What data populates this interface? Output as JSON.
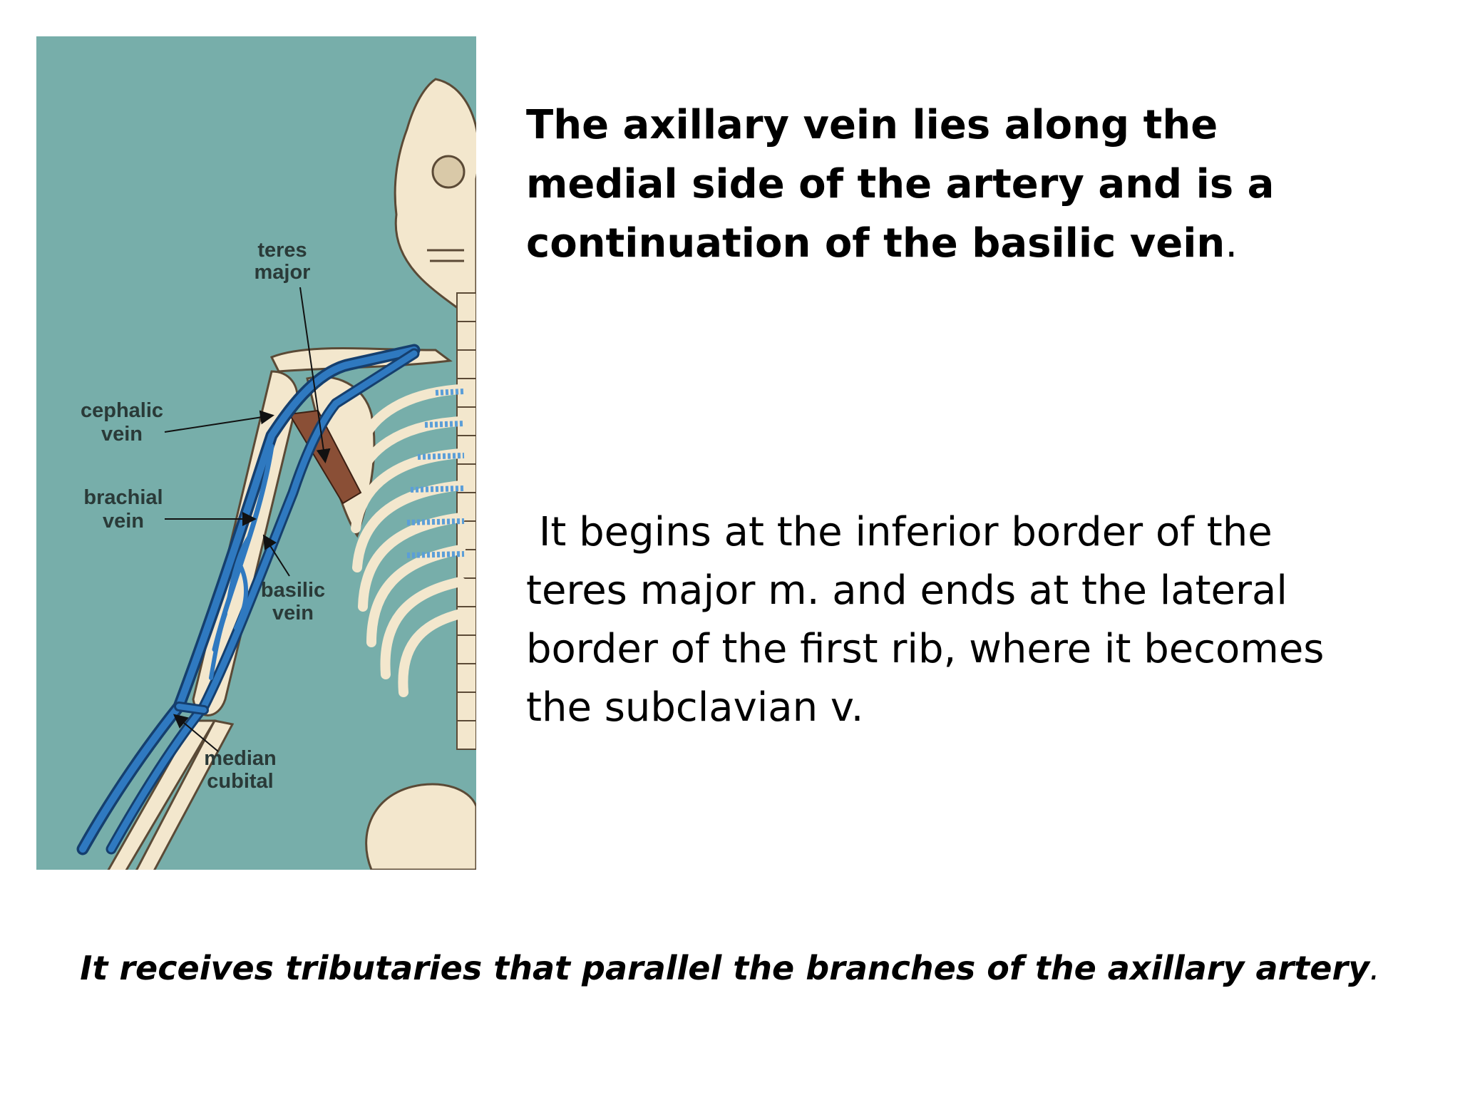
{
  "figure": {
    "labels": {
      "teres_major_1": "teres",
      "teres_major_2": "major",
      "cephalic_1": "cephalic",
      "cephalic_2": "vein",
      "brachial_1": "brachial",
      "brachial_2": "vein",
      "basilic_1": "basilic",
      "basilic_2": "vein",
      "median_1": "median",
      "median_2": "cubital"
    },
    "colors": {
      "background": "#77aeaa",
      "bone": "#f3e7cd",
      "vein": "#2f79c0",
      "vein_outline": "#153f6e",
      "muscle": "#8a4f36"
    }
  },
  "heading": {
    "text": "The axillary vein lies along the medial side of the artery and is a continuation of the basilic vein",
    "punct": "."
  },
  "body": {
    "text": " It begins at the inferior border of the teres major m. and ends at the lateral border of the first rib, where it becomes the subclavian v."
  },
  "footer": {
    "text": "It receives tributaries that parallel the branches of the axillary artery",
    "punct": "."
  }
}
